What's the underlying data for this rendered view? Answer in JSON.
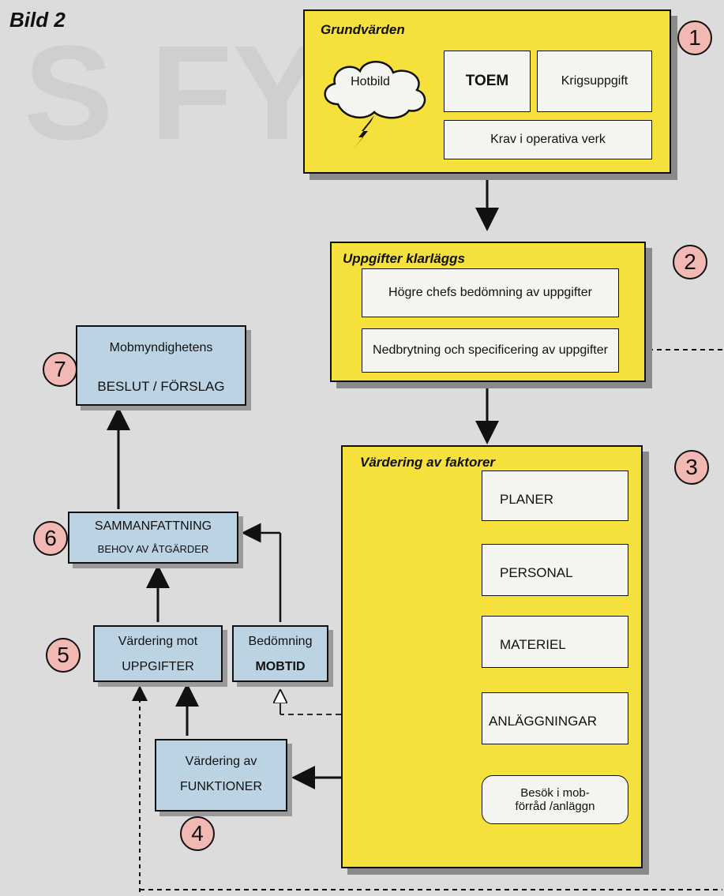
{
  "figure_label": "Bild 2",
  "box1": {
    "number": "1",
    "title": "Grundvärden",
    "cloud": "Hotbild",
    "toem": "TOEM",
    "krigsuppgift": "Krigsuppgift",
    "krav": "Krav  i operativa verk"
  },
  "box2": {
    "number": "2",
    "title": "Uppgifter klarläggs",
    "item1": "Högre chefs bedömning av uppgifter",
    "item2": "Nedbrytning och specificering av uppgifter"
  },
  "box3": {
    "number": "3",
    "title": "Värdering av faktorer",
    "factors": [
      "PLANER",
      "PERSONAL",
      "MATERIEL",
      "ANLÄGGNINGAR",
      "Besök i mob-förråd /anläggn"
    ]
  },
  "box4": {
    "number": "4",
    "line1": "Värdering av",
    "line2": "FUNKTIONER"
  },
  "box5a": {
    "number": "5",
    "line1": "Värdering mot",
    "line2": "UPPGIFTER"
  },
  "box5b": {
    "line1": "Bedömning",
    "line2": "MOBTID"
  },
  "box6": {
    "number": "6",
    "line1": "SAMMANFATTNING",
    "line2": "BEHOV AV ÅTGÄRDER"
  },
  "box7": {
    "number": "7",
    "line1": "Mobmyndighetens",
    "line2": "BESLUT / FÖRSLAG"
  }
}
